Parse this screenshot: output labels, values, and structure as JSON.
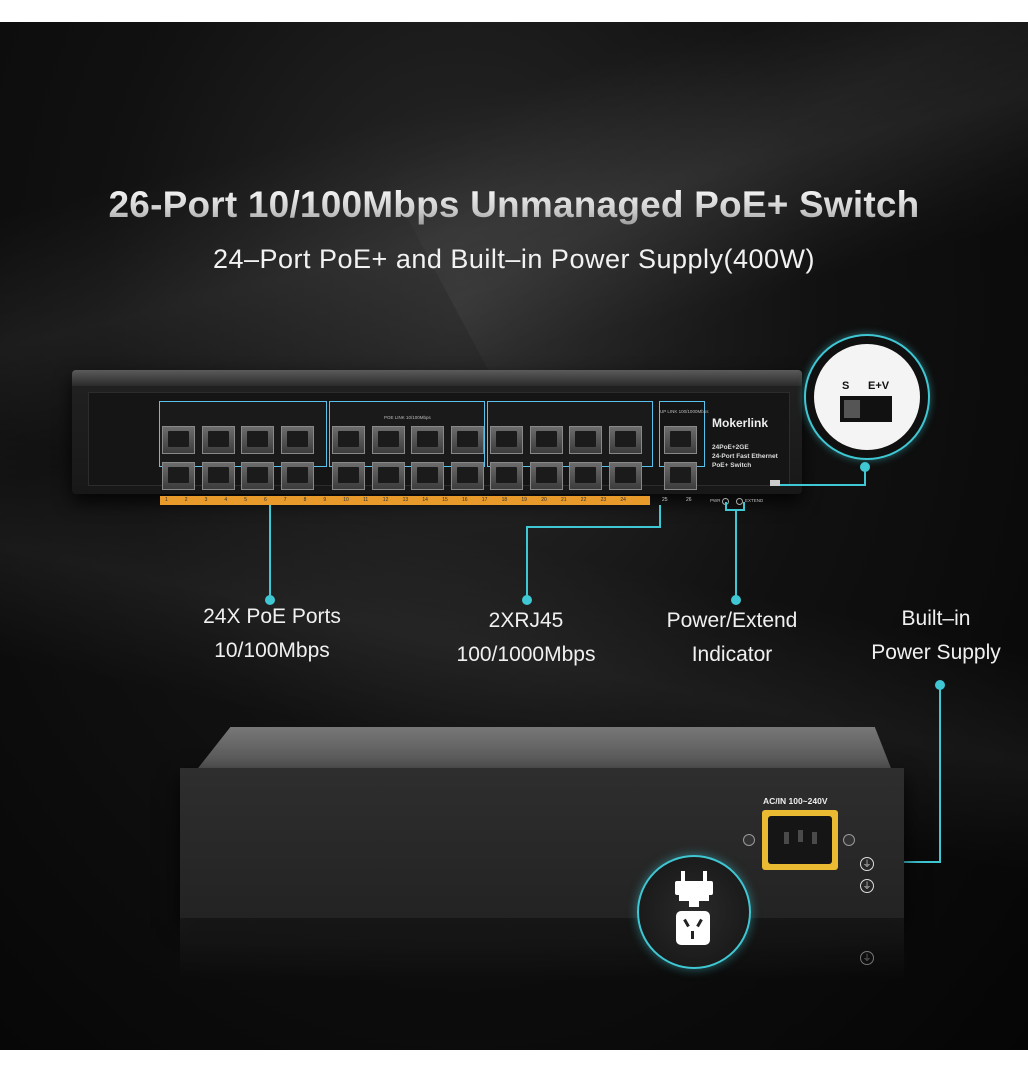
{
  "heading": {
    "title": "26-Port 10/100Mbps Unmanaged PoE+ Switch",
    "subtitle": "24–Port  PoE+ and Built–in Power Supply(400W)"
  },
  "front_panel": {
    "poe_label": "POE LINK 10/100Mbps",
    "uplink_label": "UP LINK 100/1000Mbps",
    "brand": "Mokerlink",
    "model_lines": [
      "24PoE+2GE",
      "24-Port Fast Ethernet",
      "PoE+ Switch"
    ],
    "port_numbers": [
      "1",
      "2",
      "3",
      "4",
      "5",
      "6",
      "7",
      "8",
      "9",
      "10",
      "11",
      "12",
      "13",
      "14",
      "15",
      "16",
      "17",
      "18",
      "19",
      "20",
      "21",
      "22",
      "23",
      "24"
    ],
    "uplink_numbers": [
      "25",
      "26"
    ],
    "pwr_label": "PWR",
    "extend_label": "EXTEND"
  },
  "zoom": {
    "label_s": "S",
    "label_ev": "E+V"
  },
  "callouts": {
    "poe_ports": {
      "line1": "24X PoE Ports",
      "line2": "10/100Mbps"
    },
    "rj45": {
      "line1": "2XRJ45",
      "line2": "100/1000Mbps"
    },
    "indicator": {
      "line1": "Power/Extend",
      "line2": "Indicator"
    },
    "power_supply": {
      "line1": "Built–in",
      "line2": "Power Supply"
    }
  },
  "rear_panel": {
    "ac_label": "AC/IN 100~240V"
  },
  "colors": {
    "accent": "#3fc7d4",
    "port_frame": "#58c2ec",
    "port_strip": "#e89a2a",
    "ac_socket": "#e9ba32"
  },
  "icons": [
    "plug-icon",
    "socket-icon",
    "ground-icon"
  ]
}
